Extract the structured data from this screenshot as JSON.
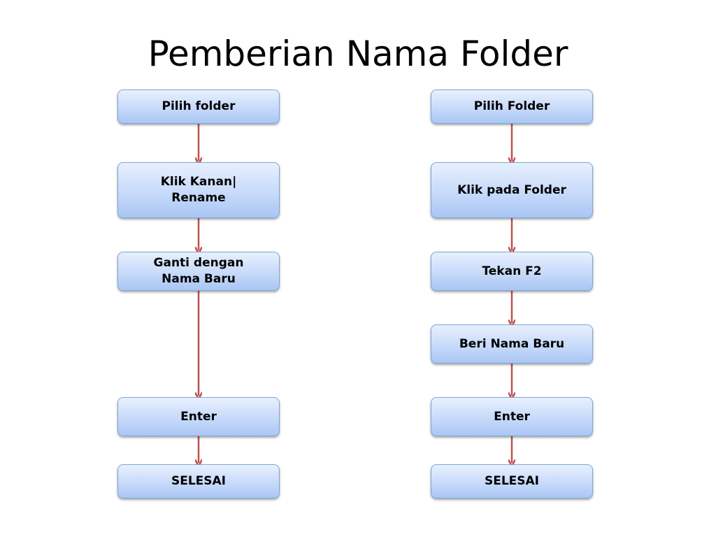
{
  "title": "Pemberian Nama Folder",
  "colors": {
    "arrow": "#c0504d",
    "node_border": "#7fa6d6",
    "node_fill_top": "#e8f0fd",
    "node_fill_bottom": "#a9c6f4"
  },
  "left_flow": {
    "steps": [
      "Pilih folder",
      "Klik Kanan|\nRename",
      "Ganti dengan\nNama Baru",
      "Enter",
      "SELESAI"
    ]
  },
  "right_flow": {
    "steps": [
      "Pilih Folder",
      "Klik pada Folder",
      "Tekan F2",
      "Beri Nama Baru",
      "Enter",
      "SELESAI"
    ]
  }
}
